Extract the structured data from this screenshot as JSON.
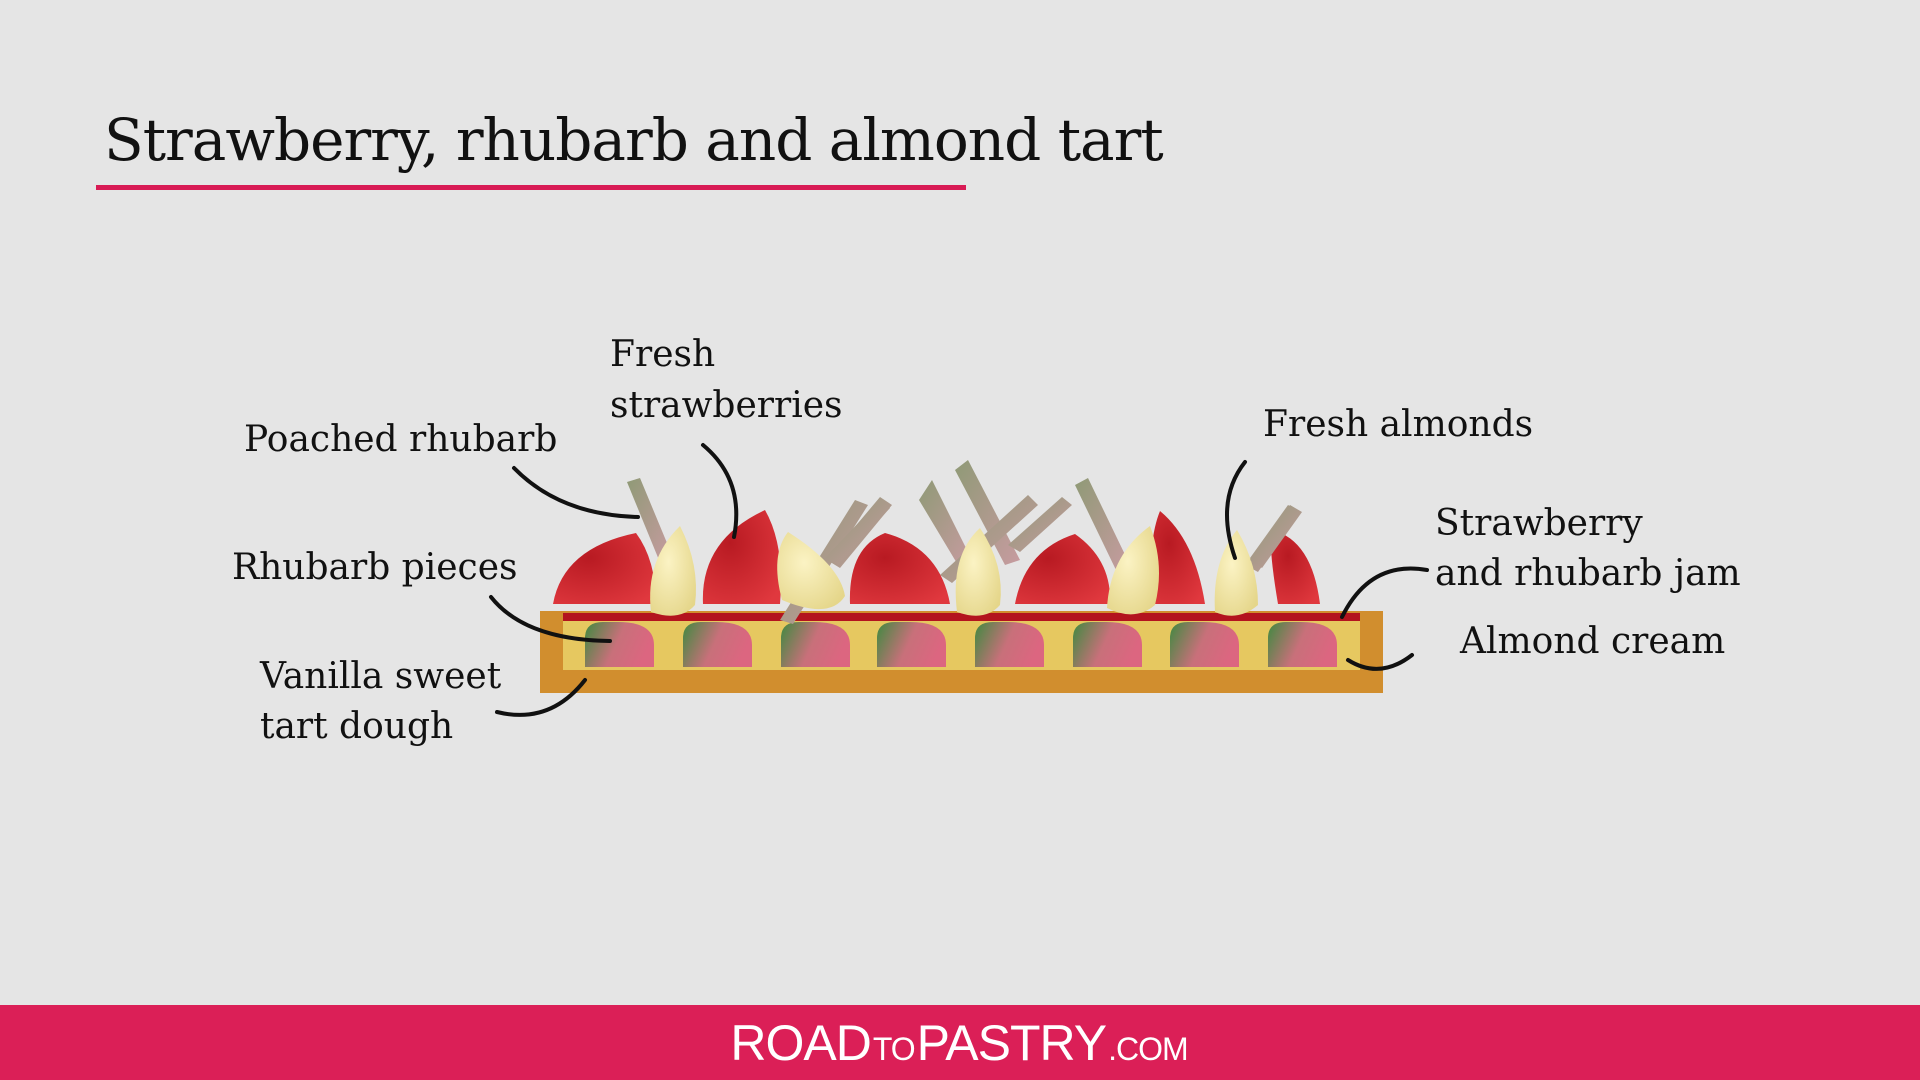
{
  "title": "Strawberry, rhubarb and almond tart",
  "labels": {
    "poached_rhubarb": "Poached rhubarb",
    "fresh_strawberries_1": "Fresh",
    "fresh_strawberries_2": "strawberries",
    "fresh_almonds": "Fresh almonds",
    "jam_1": "Strawberry",
    "jam_2": "and rhubarb jam",
    "almond_cream": "Almond cream",
    "rhubarb_pieces": "Rhubarb pieces",
    "dough_1": "Vanilla sweet",
    "dough_2": "tart dough"
  },
  "footer": {
    "brand_road": "ROAD",
    "brand_to": "TO",
    "brand_pastry": "PASTRY",
    "brand_com": ".COM"
  },
  "colors": {
    "accent": "#db1f57",
    "crust": "#d18e2e",
    "cream": "#e6c860",
    "jam": "#b3141e",
    "strawberry": "#c4282c",
    "almond": "#efe5a0",
    "rhubarb_green": "#3f8a40",
    "rhubarb_pink": "#d6677a"
  }
}
